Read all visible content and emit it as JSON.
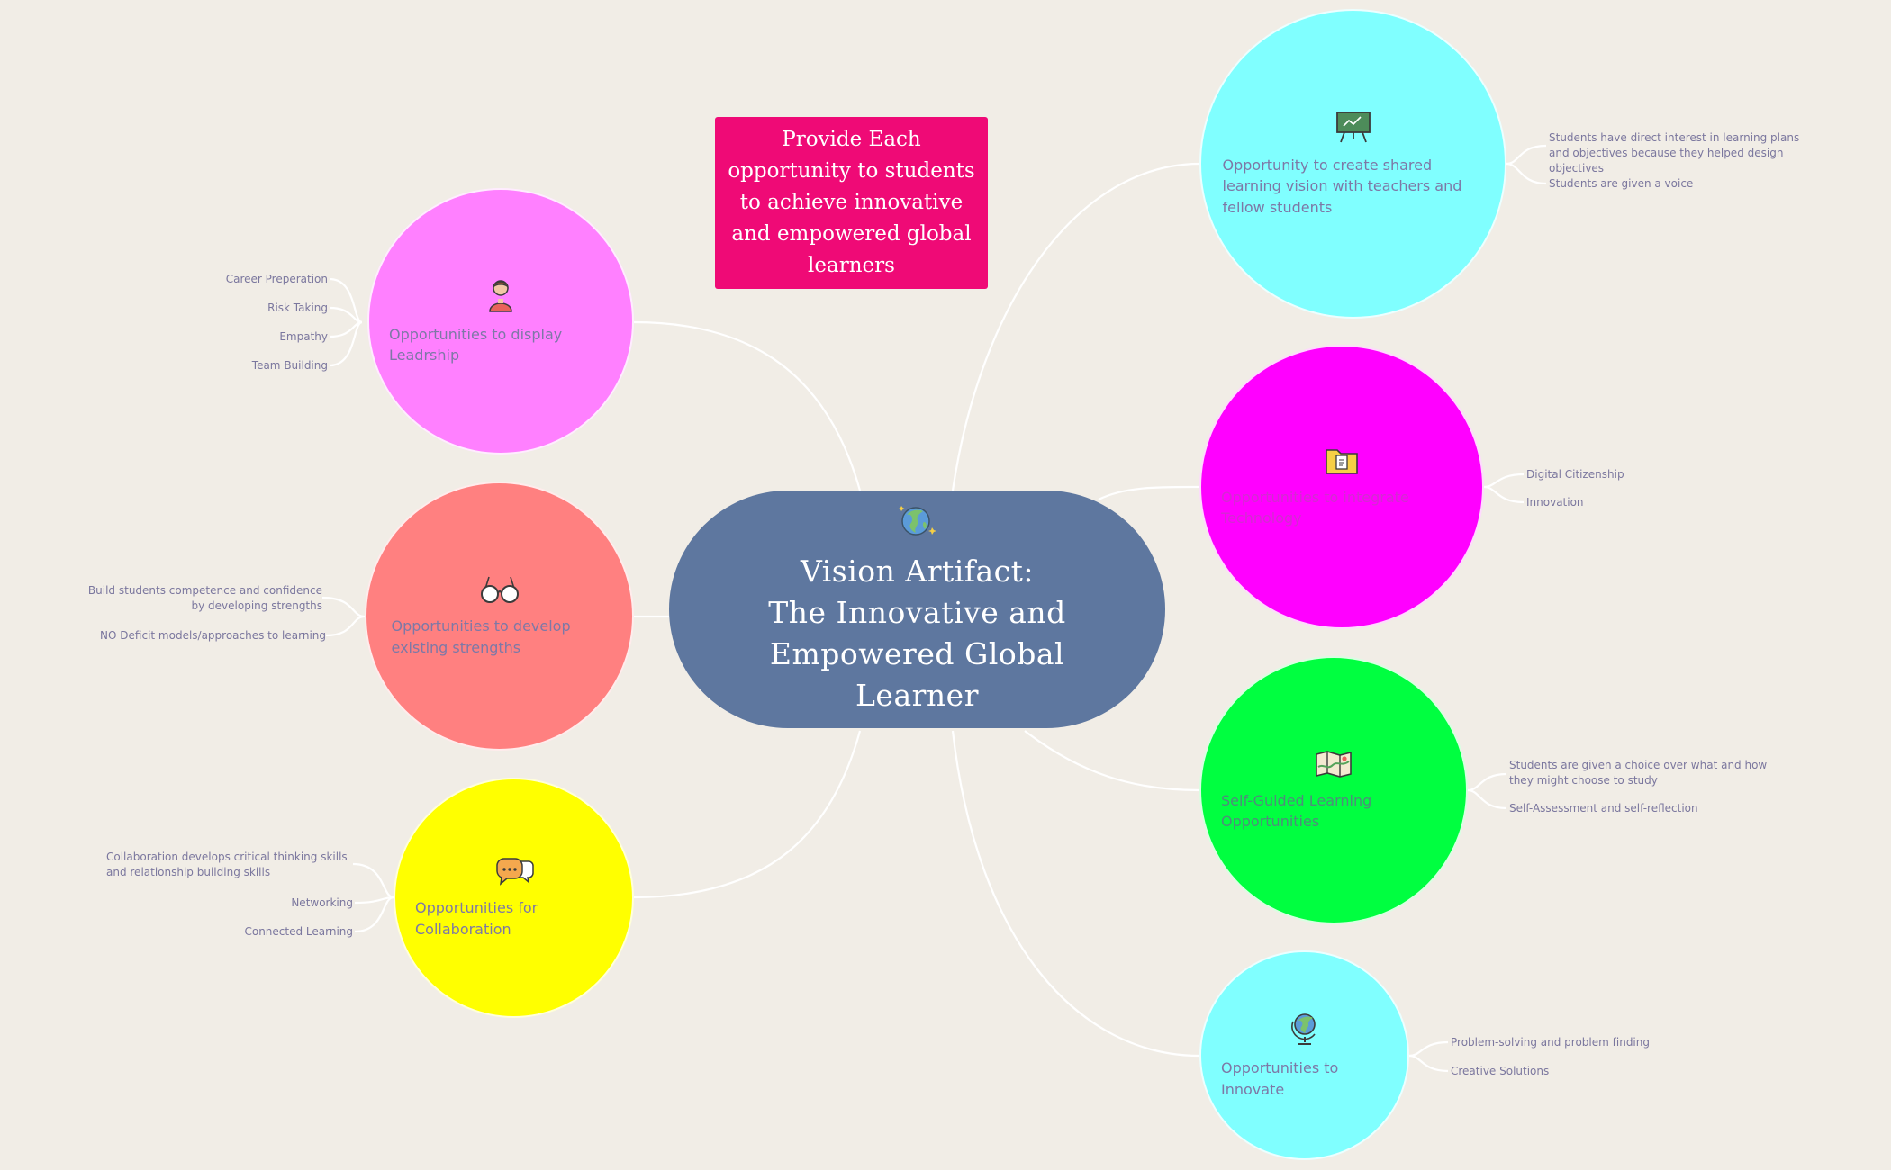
{
  "colors": {
    "background": "#f1ede6",
    "central": "#5e779f",
    "callout": "#ef0a76",
    "leadership": "#ff80ff",
    "strengths": "#ff8080",
    "collaboration": "#ffff00",
    "vision": "#80ffff",
    "technology": "#ff00ff",
    "self_guided": "#00ff40",
    "innovate": "#80ffff"
  },
  "central": {
    "icon": "globe-icon",
    "title_lines": [
      "Vision Artifact:",
      "The Innovative and",
      "Empowered Global",
      "Learner"
    ]
  },
  "callout": {
    "text": "Provide Each opportunity to students to achieve innovative and empowered global learners"
  },
  "topics": {
    "leadership": {
      "label": "Opportunities to display Leadrship",
      "icon": "person-icon",
      "leaves": [
        "Career Preperation",
        "Risk Taking",
        "Empathy",
        "Team Building"
      ]
    },
    "strengths": {
      "label": "Opportunities to develop existing strengths",
      "icon": "glasses-icon",
      "leaves": [
        "Build students competence and confidence by developing strengths",
        "NO Deficit models/approaches to learning"
      ]
    },
    "collaboration": {
      "label": "Opportunities for Collaboration",
      "icon": "chat-bubbles-icon",
      "leaves": [
        "Collaboration develops critical thinking skills and relationship building skills",
        "Networking",
        "Connected Learning"
      ]
    },
    "vision": {
      "label": "Opportunity to create shared learning vision with teachers and fellow students",
      "icon": "presentation-board-icon",
      "leaves": [
        "Students have direct interest in learning plans and objectives because they helped design objectives",
        "Students are given a voice"
      ]
    },
    "technology": {
      "label": "Opportunities to integrate Technology",
      "icon": "folder-icon",
      "leaves": [
        "Digital Citizenship",
        "Innovation"
      ]
    },
    "self_guided": {
      "label": "Self-Guided Learning Opportunities",
      "icon": "map-icon",
      "leaves": [
        "Students are given a choice over what and how they might choose to study",
        "Self-Assessment and self-reflection"
      ]
    },
    "innovate": {
      "label": "Opportunities to Innovate",
      "icon": "desk-globe-icon",
      "leaves": [
        "Problem-solving and problem finding",
        "Creative Solutions"
      ]
    }
  }
}
